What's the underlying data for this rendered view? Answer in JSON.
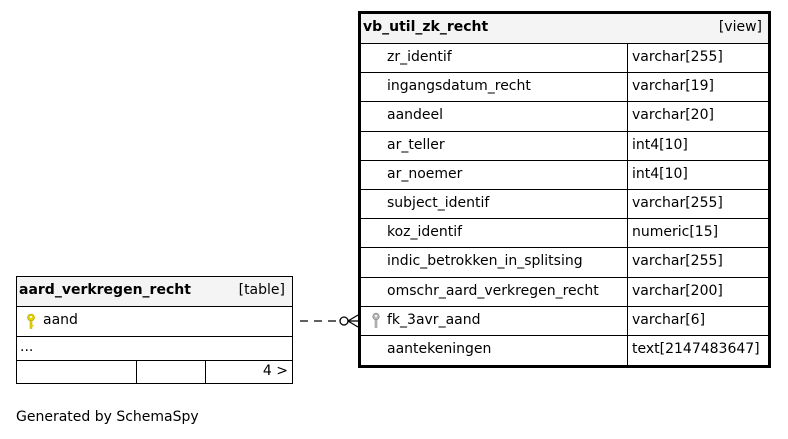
{
  "view_table": {
    "name": "vb_util_zk_recht",
    "kind": "[view]",
    "columns": [
      {
        "name": "zr_identif",
        "type": "varchar[255]",
        "key": ""
      },
      {
        "name": "ingangsdatum_recht",
        "type": "varchar[19]",
        "key": ""
      },
      {
        "name": "aandeel",
        "type": "varchar[20]",
        "key": ""
      },
      {
        "name": "ar_teller",
        "type": "int4[10]",
        "key": ""
      },
      {
        "name": "ar_noemer",
        "type": "int4[10]",
        "key": ""
      },
      {
        "name": "subject_identif",
        "type": "varchar[255]",
        "key": ""
      },
      {
        "name": "koz_identif",
        "type": "numeric[15]",
        "key": ""
      },
      {
        "name": "indic_betrokken_in_splitsing",
        "type": "varchar[255]",
        "key": ""
      },
      {
        "name": "omschr_aard_verkregen_recht",
        "type": "varchar[200]",
        "key": ""
      },
      {
        "name": "fk_3avr_aand",
        "type": "varchar[6]",
        "key": "foreign"
      },
      {
        "name": "aantekeningen",
        "type": "text[2147483647]",
        "key": ""
      }
    ]
  },
  "ref_table": {
    "name": "aard_verkregen_recht",
    "kind": "[table]",
    "primary_column": "aand",
    "ellipsis": "...",
    "children_count": "4 >"
  },
  "colors": {
    "header_bg": "#f4f4f4",
    "primary_key_icon": "#e6d400",
    "foreign_key_icon": "#aaaaaa",
    "line": "#000000"
  },
  "footer": "Generated by SchemaSpy"
}
